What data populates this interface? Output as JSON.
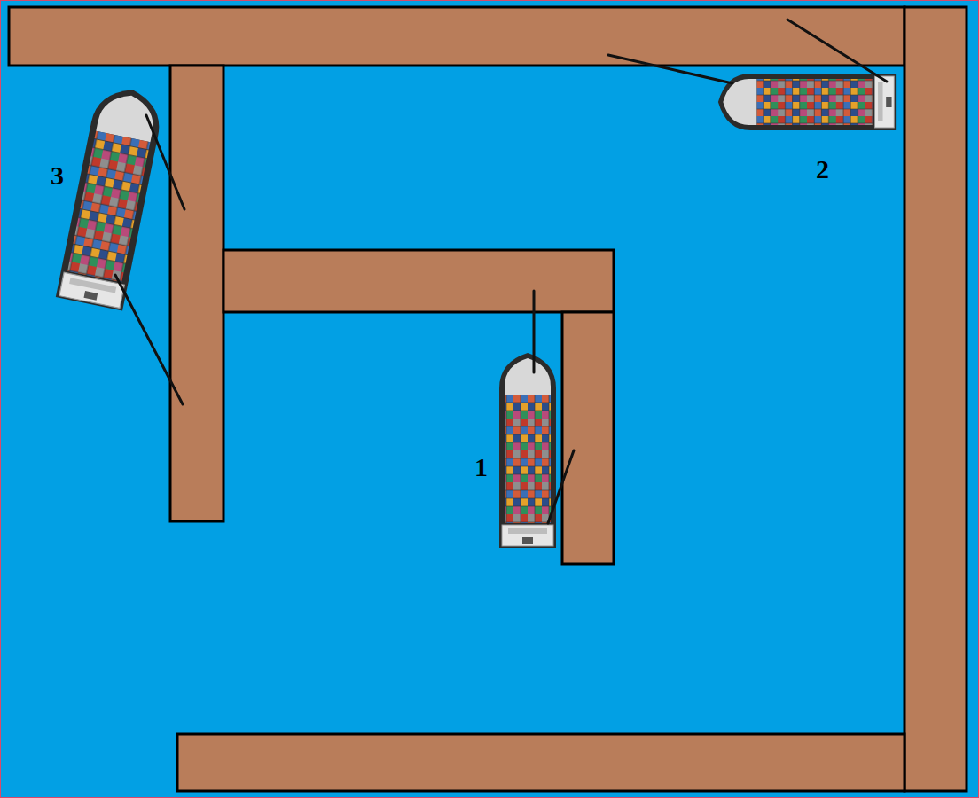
{
  "diagram": {
    "labels": [
      "3",
      "2",
      "1"
    ]
  }
}
